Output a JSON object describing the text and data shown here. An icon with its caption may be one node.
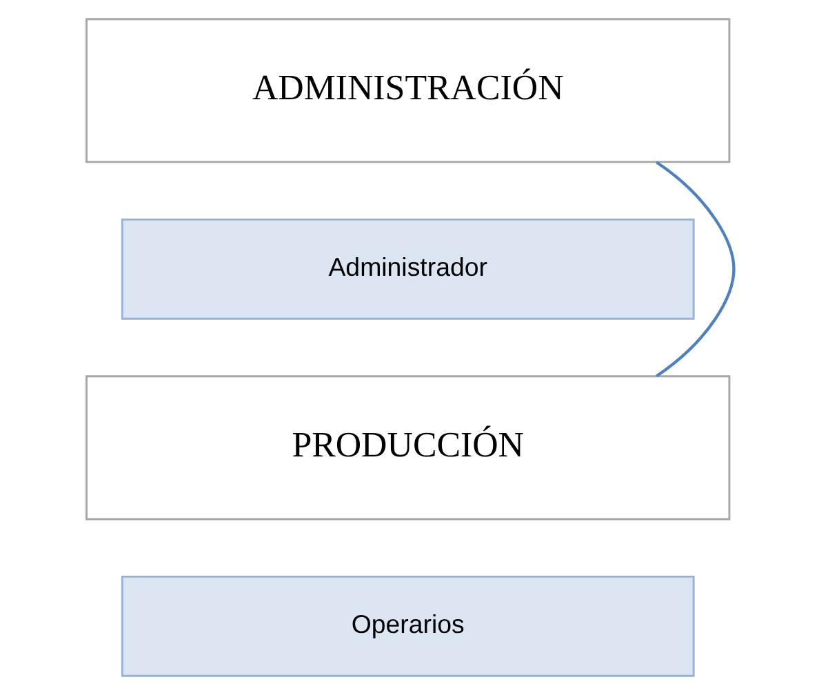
{
  "diagram": {
    "nodes": [
      {
        "text": [
          "ADMINISTRACIÓN"
        ]
      },
      {
        "text": [
          "Administrador"
        ]
      },
      {
        "text": [
          "PRODUCCIÓN"
        ]
      },
      {
        "text": [
          "Operarios"
        ]
      }
    ],
    "edges": [
      {
        "from": 0,
        "to": 2,
        "arrow": "none"
      }
    ]
  }
}
